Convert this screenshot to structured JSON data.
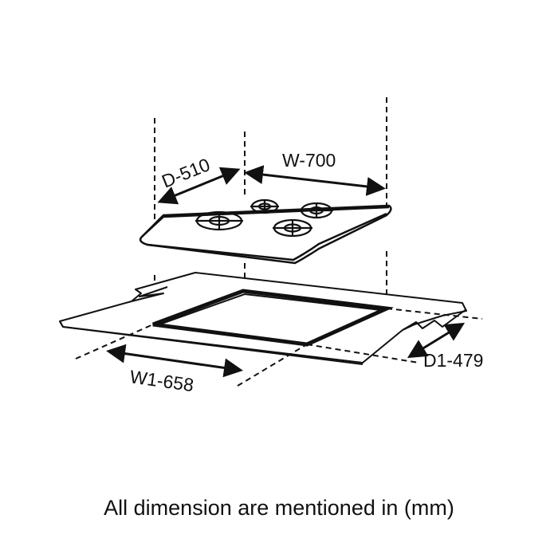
{
  "dimensions": {
    "depth": "D-510",
    "width": "W-700",
    "cutout_width": "W1-658",
    "cutout_depth": "D1-479"
  },
  "caption": "All dimension are mentioned in (mm)",
  "colors": {
    "line": "#111111",
    "background": "#ffffff"
  }
}
